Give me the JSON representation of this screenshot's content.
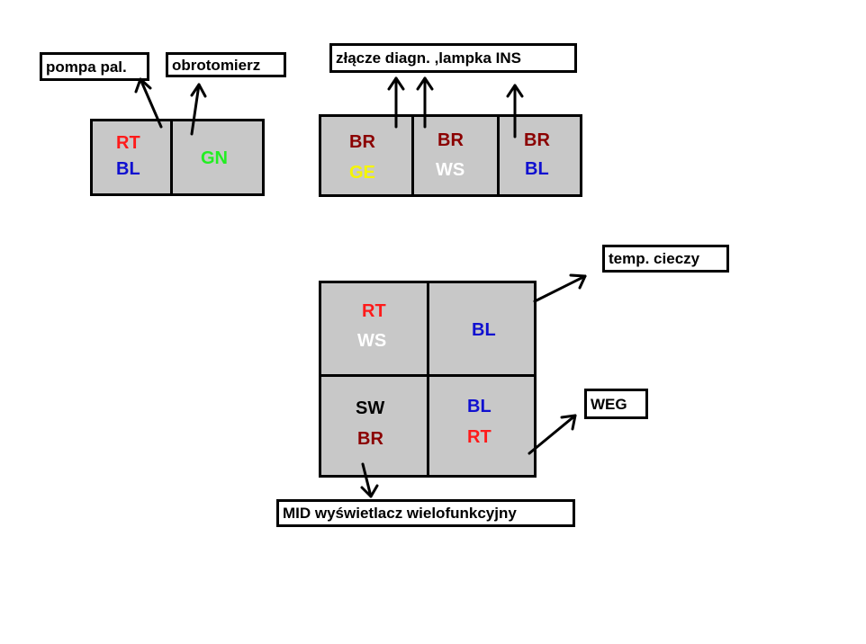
{
  "labels": {
    "pompa": "pompa pal.",
    "obrotomierz": "obrotomierz",
    "zlacze": "złącze diagn. ,lampka INS",
    "temp": "temp. cieczy",
    "weg": "WEG",
    "mid": "MID wyświetlacz wielofunkcyjny"
  },
  "connector_a": {
    "cell1": {
      "top": "RT",
      "bottom": "BL"
    },
    "cell2": {
      "top": "GN"
    }
  },
  "connector_b": {
    "cell1": {
      "top": "BR",
      "bottom": "GE"
    },
    "cell2": {
      "top": "BR",
      "bottom": "WS"
    },
    "cell3": {
      "top": "BR",
      "bottom": "BL"
    }
  },
  "connector_c": {
    "tl": {
      "top": "RT",
      "bottom": "WS"
    },
    "tr": {
      "top": "BL"
    },
    "bl": {
      "top": "SW",
      "bottom": "BR"
    },
    "br": {
      "top": "BL",
      "bottom": "RT"
    }
  },
  "colors": {
    "RT": "#ff1a1a",
    "BL": "#1010d0",
    "GN": "#22ee22",
    "BR": "#8b0000",
    "GE": "#f5f500",
    "WS": "#ffffff",
    "SW": "#000000",
    "cell_fill": "#c8c8c8"
  }
}
